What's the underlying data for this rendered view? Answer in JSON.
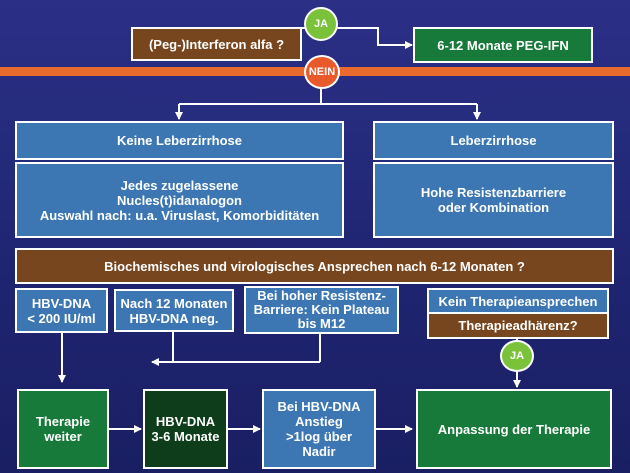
{
  "top": {
    "question": "(Peg-)Interferon alfa ?",
    "yes_badge": "JA",
    "yes_result": "6-12 Monate PEG-IFN",
    "no_badge": "NEIN"
  },
  "branch_left": {
    "header": "Keine Leberzirrhose",
    "body": [
      "Jedes zugelassene",
      "Nucles(t)idanalogon",
      "Auswahl nach: u.a. Viruslast, Komorbiditäten"
    ]
  },
  "branch_right": {
    "header": "Leberzirrhose",
    "body": [
      "Hohe Resistenzbarriere",
      "oder Kombination"
    ]
  },
  "response_question": "Biochemisches und virologisches Ansprechen nach  6-12 Monaten ?",
  "criteria": {
    "hbv_low": [
      "HBV-DNA",
      "< 200 IU/ml"
    ],
    "after12": [
      "Nach 12 Monaten",
      "HBV-DNA neg."
    ],
    "high_barrier": [
      "Bei hoher Resistenz-",
      "Barriere: Kein Plateau",
      "bis M12"
    ],
    "no_response": "Kein Therapieansprechen",
    "adherence": "Therapieadhärenz?",
    "yes_badge": "JA"
  },
  "bottom": {
    "continue": [
      "Therapie",
      "weiter"
    ],
    "monitor": [
      "HBV-DNA",
      "3-6 Monate"
    ],
    "rise": [
      "Bei HBV-DNA",
      "Anstieg",
      ">1log über Nadir"
    ],
    "adjust": "Anpassung der Therapie"
  },
  "colors": {
    "background": "#242a7a",
    "blue_box": "#3d77b3",
    "brown_box": "#77461e",
    "green_box": "#177a3a",
    "dark_green_box": "#0d3d1a",
    "orange_bar": "#e86a2c",
    "yes_circle": "#79c23a",
    "no_circle": "#e85a2a"
  }
}
